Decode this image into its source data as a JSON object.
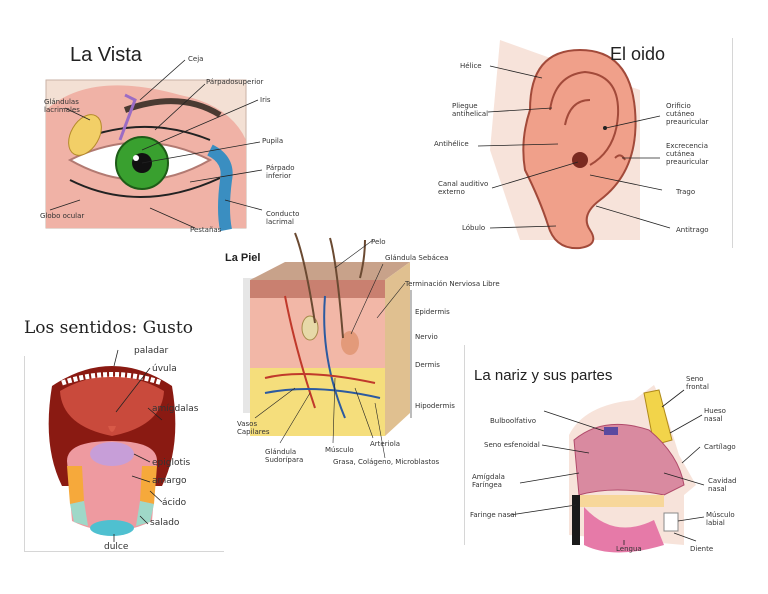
{
  "vista": {
    "title": "La Vista",
    "labels": {
      "ceja": "Ceja",
      "parpado_superior": "Párpadosuperior",
      "iris": "Iris",
      "glandulas": "Glándulas\nlacrimales",
      "pupila": "Pupila",
      "parpado_inferior": "Párpado\ninferior",
      "globo_ocular": "Globo ocular",
      "pestanas": "Pestañas",
      "conducto": "Conducto\nlacrimal"
    }
  },
  "oido": {
    "title": "El oido",
    "labels": {
      "helice": "Hélice",
      "pliegue": "Pliegue\nantihelical",
      "antihelice": "Antihélice",
      "canal": "Canal auditivo\nexterno",
      "lobulo": "Lóbulo",
      "orificio": "Orificio\ncutáneo\npreauricular",
      "excrecencia": "Excrecencia\ncutánea\npreauricular",
      "trago": "Trago",
      "antitrago": "Antitrago"
    }
  },
  "piel": {
    "title": "La Piel",
    "labels": {
      "pelo": "Pelo",
      "glandula_sebacea": "Glándula Sebácea",
      "terminacion": "Terminación Nerviosa Libre",
      "epidermis": "Epidermis",
      "nervio": "Nervio",
      "dermis": "Dermis",
      "hipodermis": "Hipodermis",
      "vasos": "Vasos\nCapilares",
      "glandula_sudoripara": "Glándula\nSudorípara",
      "musculo": "Músculo",
      "arteriola": "Arteriola",
      "grasa": "Grasa, Colágeno, Microblastos"
    }
  },
  "gusto": {
    "title": "Los sentidos: Gusto",
    "labels": {
      "paladar": "paladar",
      "uvula": "úvula",
      "amigdalas": "amígdalas",
      "epiglotis": "epiglotis",
      "amargo": "amargo",
      "acido": "ácido",
      "salado": "salado",
      "dulce": "dulce"
    }
  },
  "nariz": {
    "title": "La nariz y sus partes",
    "labels": {
      "seno_frontal": "Seno\nfrontal",
      "bulbo": "Bulboolfativo",
      "hueso": "Hueso\nnasal",
      "seno_esfenoidal": "Seno esfenoidal",
      "cartilago": "Cartílago",
      "amigdala": "Amígdala\nFaríngea",
      "cavidad": "Cavidad\nnasal",
      "faringe": "Faringe nasal",
      "musculo_labial": "Músculo\nlabial",
      "lengua": "Lengua",
      "diente": "Diente"
    }
  }
}
